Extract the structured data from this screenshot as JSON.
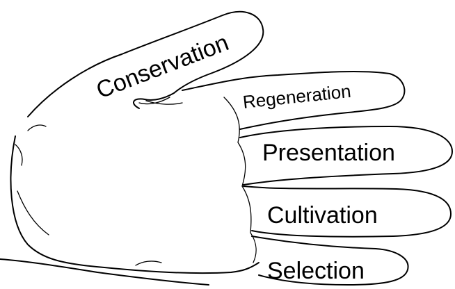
{
  "diagram": {
    "fingers": [
      {
        "label": "Conservation"
      },
      {
        "label": "Regeneration"
      },
      {
        "label": "Presentation"
      },
      {
        "label": "Cultivation"
      },
      {
        "label": "Selection"
      }
    ]
  }
}
